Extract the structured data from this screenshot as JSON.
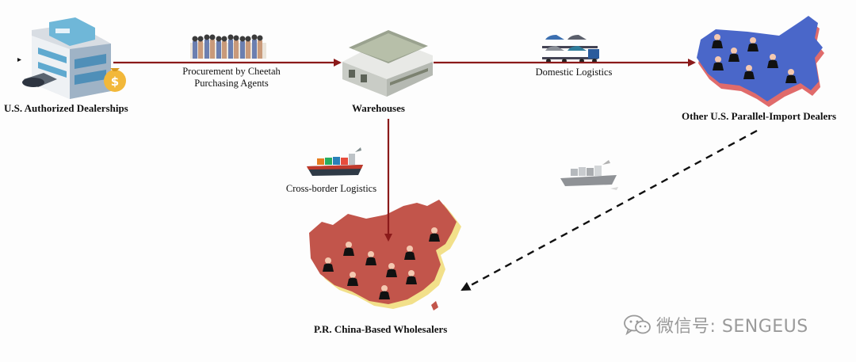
{
  "nodes": {
    "dealerships": "U.S. Authorized Dealerships",
    "warehouses": "Warehouses",
    "parallel_dealers": "Other U.S. Parallel-Import Dealers",
    "china_wholesalers": "P.R. China-Based Wholesalers"
  },
  "edges": {
    "procurement_line1": "Procurement by Cheetah",
    "procurement_line2": "Purchasing Agents",
    "domestic": "Domestic Logistics",
    "cross_border": "Cross-border Logistics"
  },
  "watermark": {
    "text": "微信号: SENGEUS",
    "icon": "wechat-icon"
  },
  "colors": {
    "solid_arrow": "#8b1a1a",
    "dashed_arrow": "#111111",
    "usa_map": "#4a67c9",
    "usa_shadow": "#e06b6b",
    "china_map": "#c2554b",
    "china_shadow": "#f2e08a"
  }
}
